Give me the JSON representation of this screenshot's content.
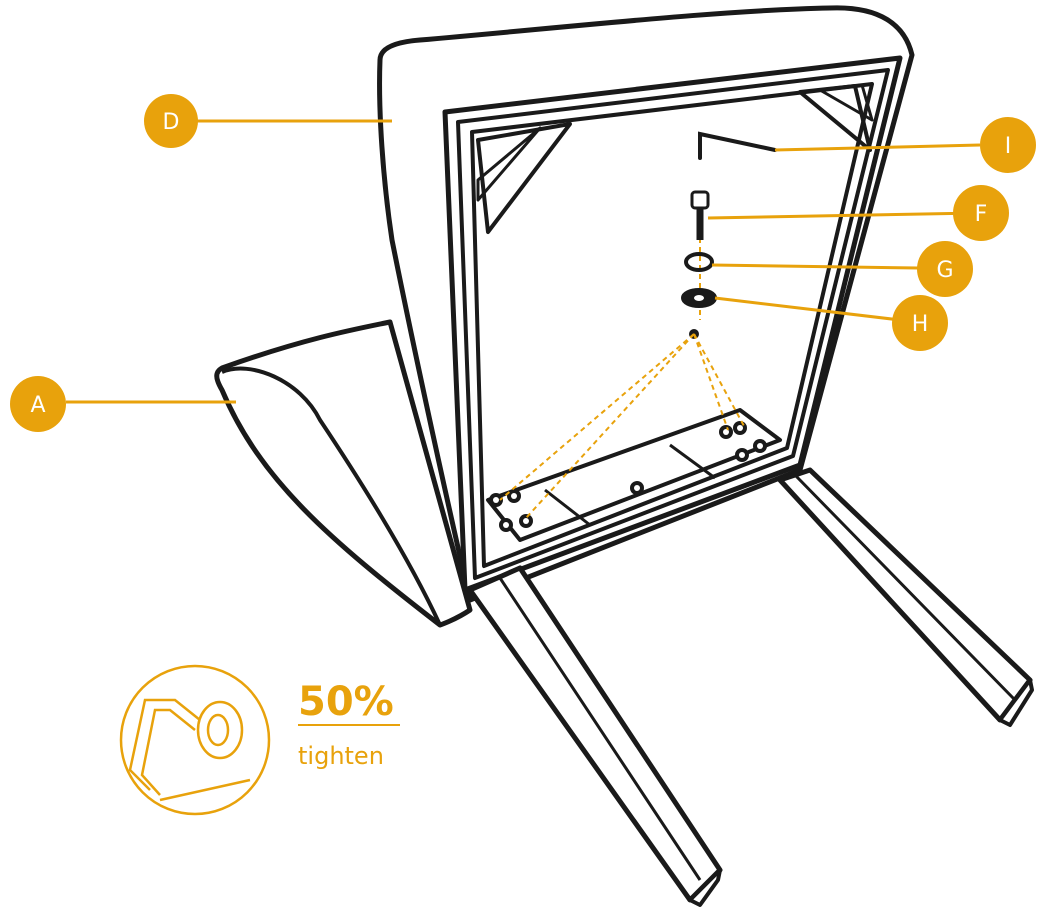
{
  "colors": {
    "accent": "#E8A20C",
    "outline": "#1a1a1a",
    "background": "#ffffff"
  },
  "callouts": {
    "D": "D",
    "A": "A",
    "I": "I",
    "F": "F",
    "G": "G",
    "H": "H"
  },
  "parts": {
    "A": "seat",
    "D": "backrest",
    "F": "bolt",
    "G": "spring washer",
    "H": "flat washer",
    "I": "allen key"
  },
  "tighten_note": {
    "percent": "50%",
    "label": "tighten",
    "icon": "allen-key-tighten-icon"
  }
}
